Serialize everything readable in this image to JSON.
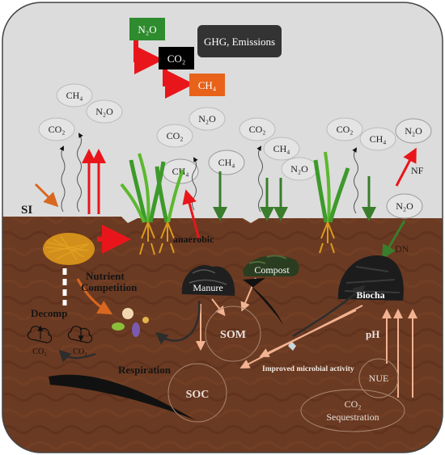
{
  "legend": {
    "n2o": "N₂O",
    "co2": "CO₂",
    "ch4": "CH₄",
    "ghg": "GHG, Emissions"
  },
  "clouds": {
    "ch4_left": "CH₄",
    "n2o_left": "N₂O",
    "co2_left": "CO₂",
    "co2_mid": "CO₂",
    "n2o_mid": "N₂O",
    "ch4_mid": "CH₄",
    "ch4_mid2": "CH₄",
    "co2_right": "CO₂",
    "ch4_right": "CH₄",
    "n2o_right": "N₂O",
    "co2_far": "CO₂",
    "ch4_far": "CH₄",
    "n2o_far": "N₂O",
    "n2o_nf": "N₂O"
  },
  "labels": {
    "si": "SI",
    "nf": "NF",
    "dn": "DN",
    "anaerobic": "anaerobic",
    "nutrient_competition_1": "Nutrient",
    "nutrient_competition_2": "Competition",
    "decomp": "Decomp",
    "co2_icon_1": "CO₂",
    "co2_icon_2": "CO₂",
    "respiration": "Respiration",
    "manure": "Manure",
    "compost": "Compost",
    "som": "SOM",
    "soc": "SOC",
    "biochar": "Biocha",
    "ph": "pH",
    "nue": "NUE",
    "microbial": "Improved microbial activity",
    "sequestration_1": "CO₂",
    "sequestration_2": "Sequestration"
  },
  "colors": {
    "sky": "#dcdcdc",
    "soil": "#6b3a22",
    "red_arrow": "#e8161b",
    "green_arrow": "#3a7d2c",
    "peach_arrow": "#f2b392",
    "orange_arrow": "#d8671f",
    "n2o_box": "#2e8b2e",
    "co2_box": "#000000",
    "ch4_box": "#e8621a",
    "ghg_box": "#333333"
  }
}
